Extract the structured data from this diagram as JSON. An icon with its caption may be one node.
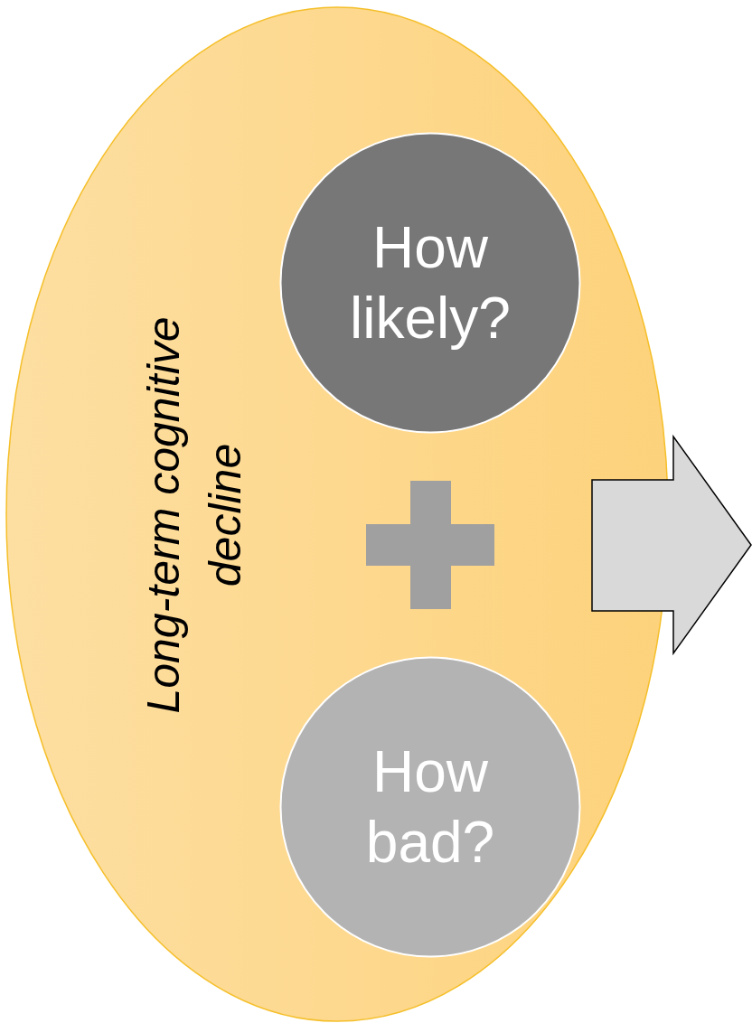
{
  "diagram": {
    "nodes": [
      {
        "text": [
          "Long-term cognitive decline"
        ]
      },
      {
        "text": [
          "How likely?"
        ],
        "in": 0
      },
      {
        "text": [
          "How bad?"
        ],
        "in": 0
      }
    ]
  }
}
